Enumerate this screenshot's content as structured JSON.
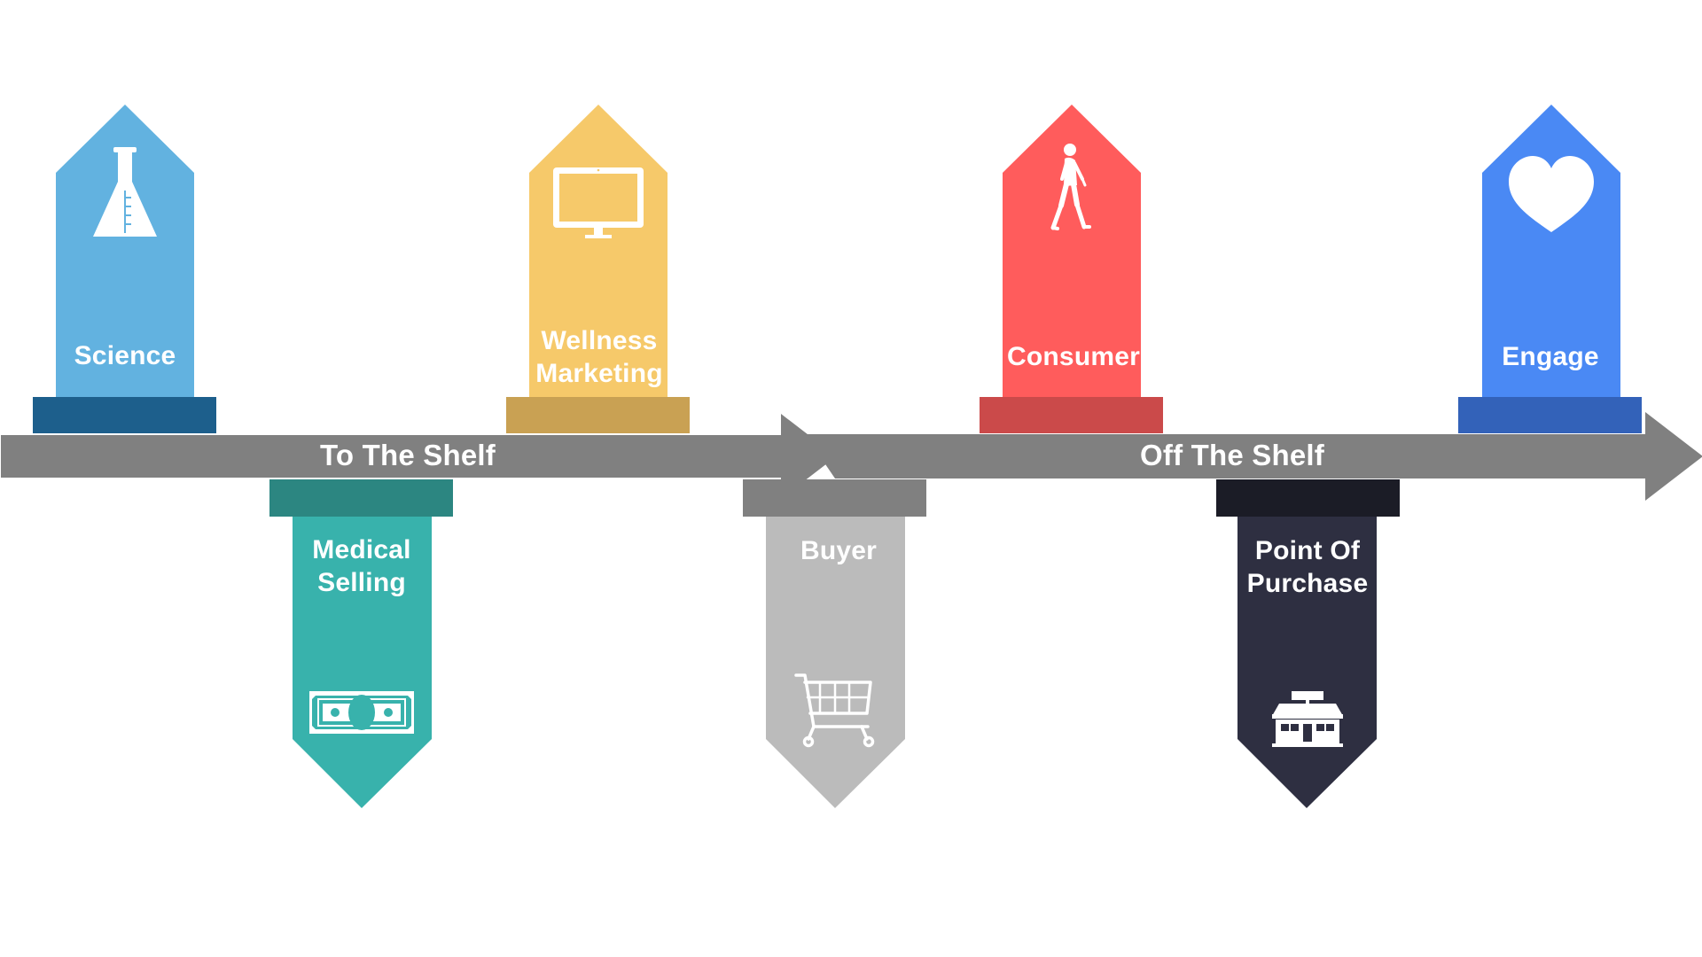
{
  "arrows": {
    "first_label": "To The Shelf",
    "second_label": "Off The Shelf",
    "color": "#808080"
  },
  "stages": [
    {
      "id": "science",
      "lines": [
        "Science"
      ],
      "icon": "flask-icon",
      "direction": "up",
      "body": "#62B2E0",
      "base": "#1D5F8C"
    },
    {
      "id": "medical",
      "lines": [
        "Medical",
        "Selling"
      ],
      "icon": "money-bill-icon",
      "direction": "down",
      "body": "#38B2AC",
      "base": "#2C8681"
    },
    {
      "id": "wellness",
      "lines": [
        "Wellness",
        "Marketing"
      ],
      "icon": "monitor-icon",
      "direction": "up",
      "body": "#F6C96A",
      "base": "#C9A153"
    },
    {
      "id": "buyer",
      "lines": [
        "Buyer"
      ],
      "icon": "shopping-cart-icon",
      "direction": "down",
      "body": "#BBBBBB",
      "base": "#808080"
    },
    {
      "id": "consumer",
      "lines": [
        "Consumer"
      ],
      "icon": "walking-woman-icon",
      "direction": "up",
      "body": "#FF5C5C",
      "base": "#CB4A4A"
    },
    {
      "id": "purchase",
      "lines": [
        "Point Of",
        "Purchase"
      ],
      "icon": "storefront-icon",
      "direction": "down",
      "body": "#2E2F41",
      "base": "#1B1C26"
    },
    {
      "id": "engage",
      "lines": [
        "Engage"
      ],
      "icon": "heart-icon",
      "direction": "up",
      "body": "#4A89F4",
      "base": "#3362B9"
    }
  ]
}
